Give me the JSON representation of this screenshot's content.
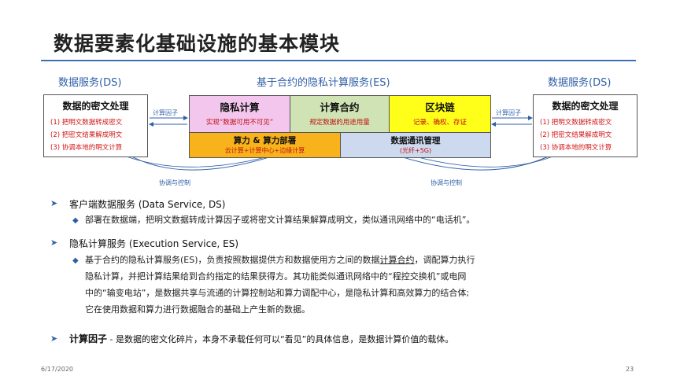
{
  "title": "数据要素化基础设施的基本模块",
  "diagram": {
    "left_section": "数据服务(DS)",
    "center_section": "基于合约的隐私计算服务(ES)",
    "right_section": "数据服务(DS)",
    "left_box": {
      "heading": "数据的密文处理",
      "lines": [
        "(1) 把明文数据转成密文",
        "(2) 把密文结果解成明文",
        "(3) 协调本地的明文计算"
      ]
    },
    "right_box": {
      "heading": "数据的密文处理",
      "lines": [
        "(1) 把明文数据转成密文",
        "(2) 把密文结果解成明文",
        "(3) 协调本地的明文计算"
      ]
    },
    "left_arrow_label": "计算因子",
    "right_arrow_label": "计算因子",
    "top_modules": [
      {
        "heading": "隐私计算",
        "sub": "实现“数据可用不可见”",
        "color": "#f3c6ee"
      },
      {
        "heading": "计算合约",
        "sub": "规定数据的用途用量",
        "color": "#cfe3b4"
      },
      {
        "heading": "区块链",
        "sub": "记录、确权、存证",
        "color": "#ffff1a"
      }
    ],
    "bottom_modules": [
      {
        "heading": "算力 & 算力部署",
        "sub": "云计算+计算中心+边缘计算",
        "color": "#f8b21c"
      },
      {
        "heading": "数据通讯管理",
        "sub": "(光纤+5G)",
        "color": "#cdd9ef"
      }
    ],
    "left_control": "协调与控制",
    "right_control": "协调与控制"
  },
  "bullets": [
    {
      "heading": "客户端数据服务 (Data Service, DS)",
      "sub": [
        "部署在数据端，把明文数据转成计算因子或将密文计算结果解算成明文，类似通讯网络中的“电话机”。"
      ]
    },
    {
      "heading": "隐私计算服务 (Execution Service, ES)",
      "sub": [
        "基于合约的隐私计算服务(ES)，负责按照数据提供方和数据使用方之间的数据",
        "计算合约",
        "，调配算力执行",
        "隐私计算，并把计算结果给到合约指定的结果获得方。其功能类似通讯网络中的“程控交换机”或电网",
        "中的“输变电站”，是数据共享与流通的计算控制站和算力调配中心，是隐私计算和高效算力的结合体;",
        "它在使用数据和算力进行数据融合的基础上产生新的数据。"
      ]
    },
    {
      "heading": "计算因子",
      "rest": " - 是数据的密文化碎片，本身不承载任何可以“看见”的具体信息，是数据计算价值的载体。"
    }
  ],
  "footer": {
    "date": "6/17/2020",
    "page": "23"
  },
  "colors": {
    "accent": "#2f5fa8",
    "rule": "#3f6fb5",
    "red_text": "#d01515"
  },
  "icons": [
    "triangle-bullet-icon",
    "diamond-bullet-icon",
    "arrow-icon"
  ]
}
